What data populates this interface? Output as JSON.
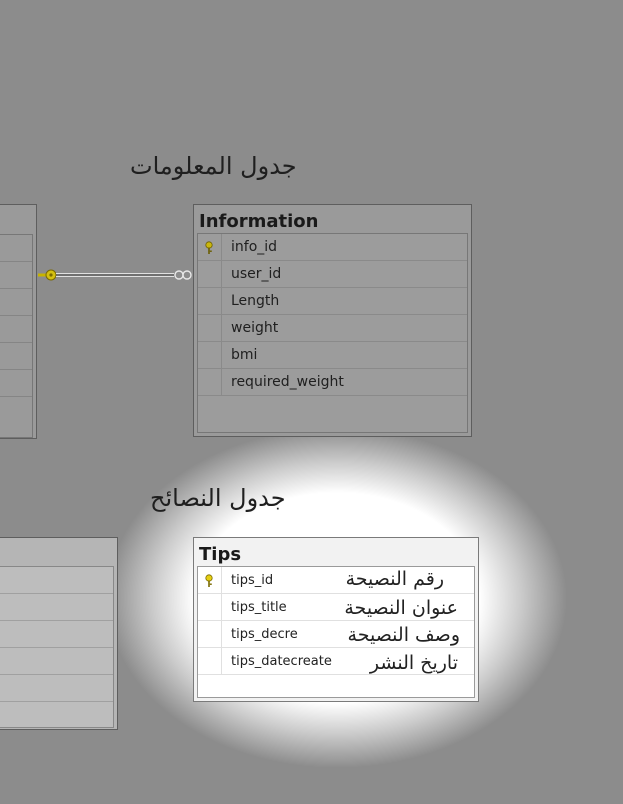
{
  "captions": {
    "information_caption": "جدول المعلومات",
    "tips_caption": "جدول النصائح"
  },
  "information_table": {
    "title": "Information",
    "fields": [
      "info_id",
      "user_id",
      "Length",
      "weight",
      "bmi",
      "required_weight"
    ],
    "primary_key": "info_id"
  },
  "tips_table": {
    "title": "Tips",
    "fields": [
      "tips_id",
      "tips_title",
      "tips_decre",
      "tips_datecreate"
    ],
    "primary_key": "tips_id",
    "notes": [
      "رقم النصيحة",
      "عنوان النصيحة",
      "وصف النصيحة",
      "تاريخ النشر"
    ]
  },
  "colors": {
    "background_dim": "#8c8c8c",
    "spotlight": "#ffffff",
    "key_icon": "#d4c010",
    "connector": "#c8b400"
  },
  "relationship": {
    "from_end": "one (key)",
    "to_end": "many (infinity)"
  }
}
